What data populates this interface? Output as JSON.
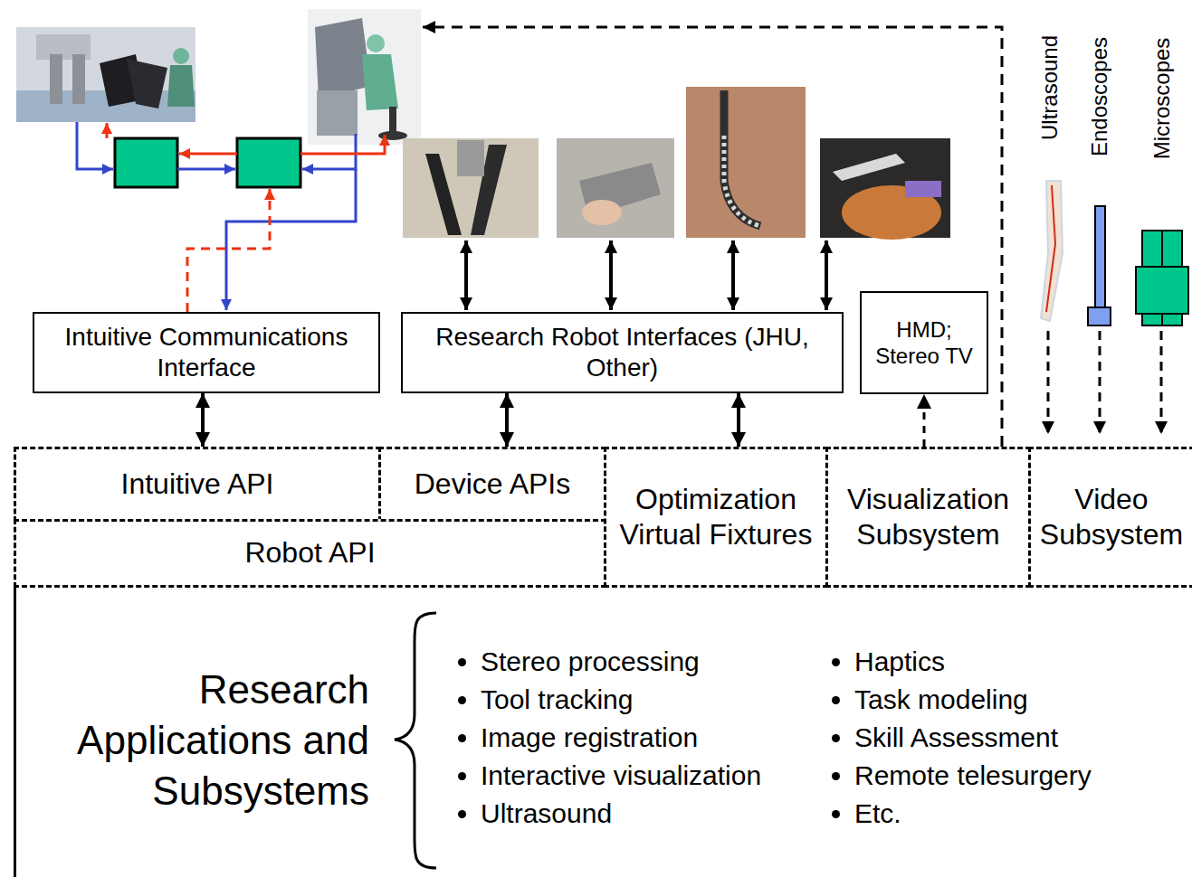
{
  "diagram": {
    "nodes": [
      {
        "text": [
          "Intuitive Communications Interface"
        ]
      },
      {
        "text": [
          "Research Robot Interfaces (JHU, Other)"
        ]
      },
      {
        "text": [
          "HMD; Stereo TV"
        ]
      },
      {
        "text": [
          "Intuitive API"
        ]
      },
      {
        "text": [
          "Device APIs"
        ]
      },
      {
        "text": [
          "Robot API"
        ]
      },
      {
        "text": [
          "Optimization Virtual Fixtures"
        ]
      },
      {
        "text": [
          "Visualization Subsystem"
        ]
      },
      {
        "text": [
          "Video Subsystem"
        ]
      },
      {
        "text": [
          "Research Applications and Subsystems",
          "Stereo processing",
          "Tool tracking",
          "Image registration",
          "Interactive visualization",
          "Ultrasound",
          "Haptics",
          "Task modeling",
          "Skill Assessment",
          "Remote telesurgery",
          "Etc."
        ]
      }
    ],
    "edges": [
      {
        "from": 0,
        "to": 3,
        "arrow": "both"
      },
      {
        "from": 1,
        "to": 4,
        "arrow": "both"
      },
      {
        "from": 1,
        "to": 6,
        "arrow": "both"
      },
      {
        "from": 7,
        "to": 2,
        "arrow": "to"
      }
    ],
    "labels": [
      "Ultrasound",
      "Endoscopes",
      "Microscopes"
    ]
  }
}
